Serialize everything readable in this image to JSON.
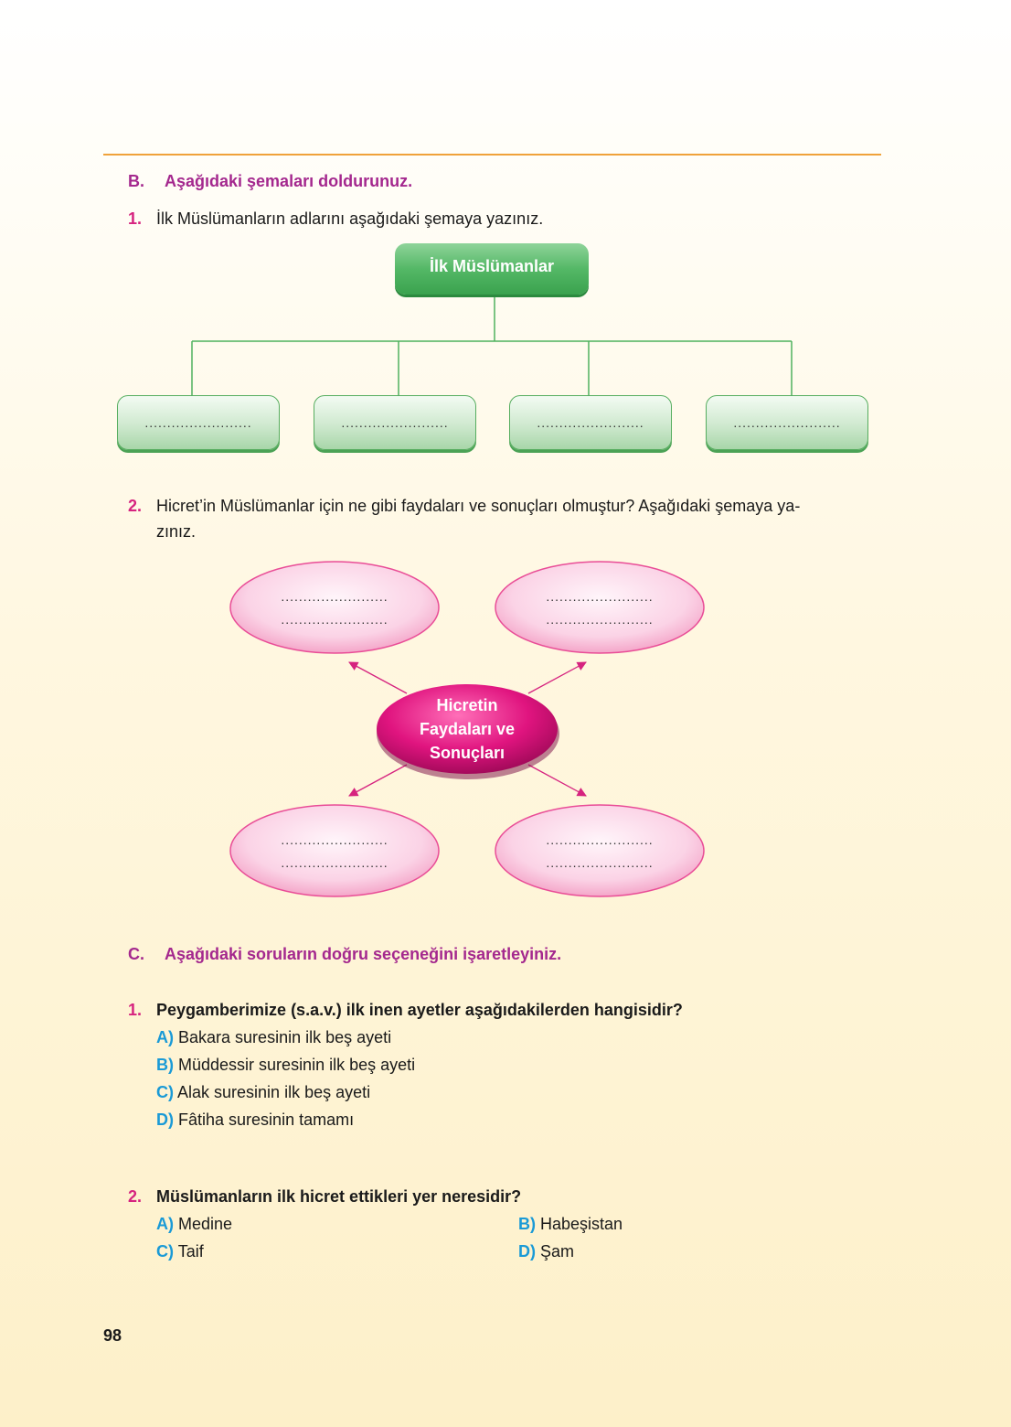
{
  "sectionB": {
    "letter": "B.",
    "title": "Aşağıdaki şemaları doldurunuz."
  },
  "q1": {
    "num": "1.",
    "text": "İlk Müslümanların adlarını aşağıdaki şemaya yazınız.",
    "diagram": {
      "root": "İlk Müslümanlar",
      "leaves": [
        "........................",
        "........................",
        "........................",
        "........................"
      ]
    }
  },
  "q2": {
    "num": "2.",
    "line1": "Hicret’in Müslümanlar için ne gibi faydaları ve sonuçları olmuştur? Aşağıdaki şemaya ya-",
    "line2": "zınız.",
    "diagram": {
      "center": [
        "Hicretin",
        "Faydaları ve",
        "Sonuçları"
      ],
      "dots": "........................"
    }
  },
  "sectionC": {
    "letter": "C.",
    "title": "Aşağıdaki soruların doğru seçeneğini işaretleyiniz."
  },
  "c1": {
    "num": "1.",
    "question": "Peygamberimize (s.a.v.) ilk inen ayetler aşağıdakilerden hangisidir?",
    "options": [
      {
        "letter": "A)",
        "text": "Bakara suresinin ilk beş ayeti"
      },
      {
        "letter": "B)",
        "text": "Müddessir suresinin ilk beş ayeti"
      },
      {
        "letter": "C)",
        "text": "Alak suresinin ilk beş ayeti"
      },
      {
        "letter": "D)",
        "text": "Fâtiha suresinin tamamı"
      }
    ]
  },
  "c2": {
    "num": "2.",
    "question": "Müslümanların ilk hicret ettikleri yer neresidir?",
    "options": [
      {
        "letter": "A)",
        "text": "Medine"
      },
      {
        "letter": "B)",
        "text": "Habeşistan"
      },
      {
        "letter": "C)",
        "text": "Taif"
      },
      {
        "letter": "D)",
        "text": "Şam"
      }
    ]
  },
  "page_number": "98"
}
